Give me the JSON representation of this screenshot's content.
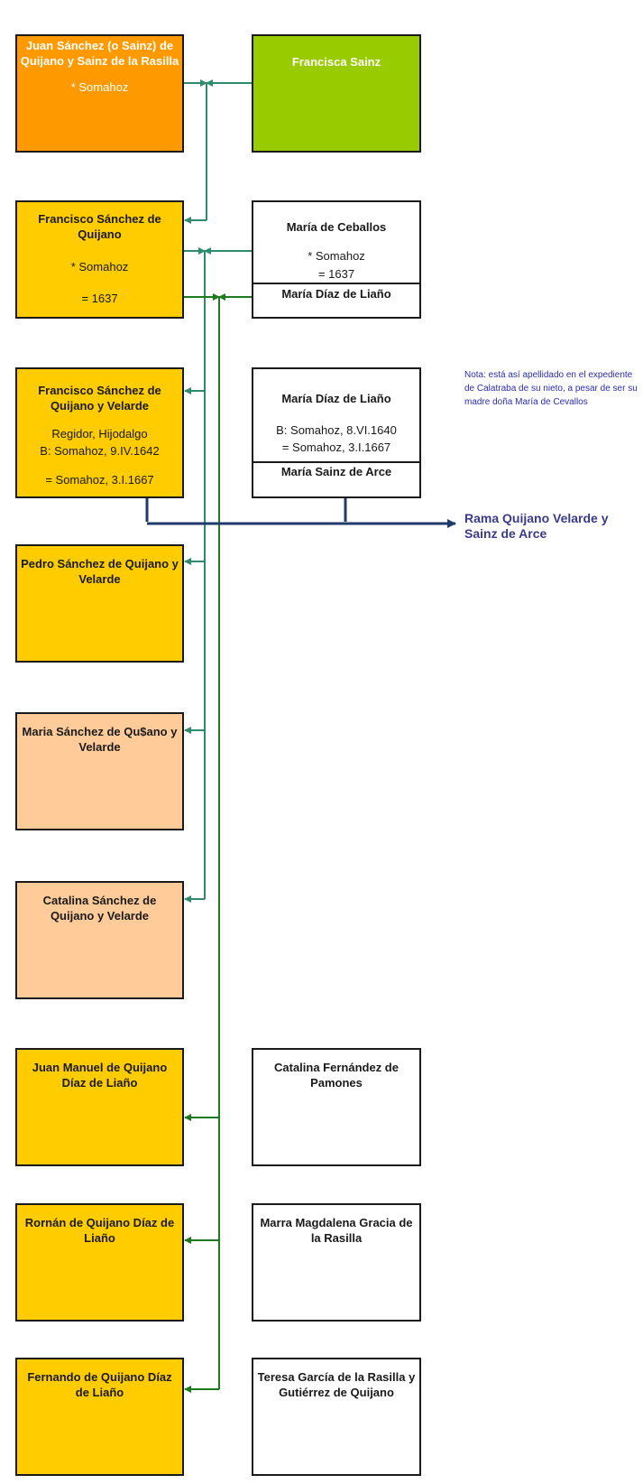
{
  "colors": {
    "teal_line": "#2e8b6e",
    "green_line": "#1e7a1e",
    "navy_arrow": "#1f3a6b",
    "note_text": "#2b2bb8"
  },
  "persons": {
    "juan_sanchez": {
      "name": "Juan Sánchez (o Sainz) de Quijano y Sainz de la Rasilla",
      "lines": [
        "* Somahoz"
      ]
    },
    "francisca_sainz": {
      "name": "Francisca Sainz"
    },
    "francisco_sanchez_1": {
      "name": "Francisco Sánchez de Quijano",
      "lines": [
        "* Somahoz",
        "= 1637"
      ]
    },
    "maria_ceballos": {
      "name": "María de Ceballos",
      "lines": [
        "* Somahoz",
        "= 1637"
      ]
    },
    "maria_diaz_1": {
      "name": "María Díaz de Liaño"
    },
    "francisco_sanchez_2": {
      "name": "Francisco Sánchez de Quijano y Velarde",
      "lines": [
        "Regidor, Hijodalgo",
        "B: Somahoz, 9.IV.1642",
        "= Somahoz, 3.I.1667"
      ]
    },
    "maria_diaz_2": {
      "name": "María Díaz de Liaño",
      "lines": [
        "B: Somahoz, 8.VI.1640",
        "= Somahoz, 3.I.1667"
      ]
    },
    "maria_sainz_arce": {
      "name": "María Sainz de Arce"
    },
    "pedro_sanchez": {
      "name": "Pedro Sánchez de Quijano y Velarde"
    },
    "maria_sanchez": {
      "name": "Maria Sánchez de Qu$ano y Velarde"
    },
    "catalina_sanchez": {
      "name": "Catalina Sánchez de Quijano y Velarde"
    },
    "juan_manuel": {
      "name": "Juan Manuel de Quijano Díaz de Liaño"
    },
    "catalina_fernandez": {
      "name": "Catalina Fernández de Pamones"
    },
    "roman": {
      "name": "Rornán de Quijano Díaz de Liaño"
    },
    "marra_magdalena": {
      "name": "Marra Magdalena Gracia de la Rasilla"
    },
    "fernando": {
      "name": "Fernando de Quijano Díaz de Liaño"
    },
    "teresa_garcia": {
      "name": "Teresa García de la Rasilla y Gutiérrez de Quijano"
    }
  },
  "note": "Nota: está así apellidado en el expediente de Calatraba de su nieto, a pesar de ser su madre doña María de Cevallos",
  "branch_label": "Rama Quijano Velarde y Sainz de Arce"
}
